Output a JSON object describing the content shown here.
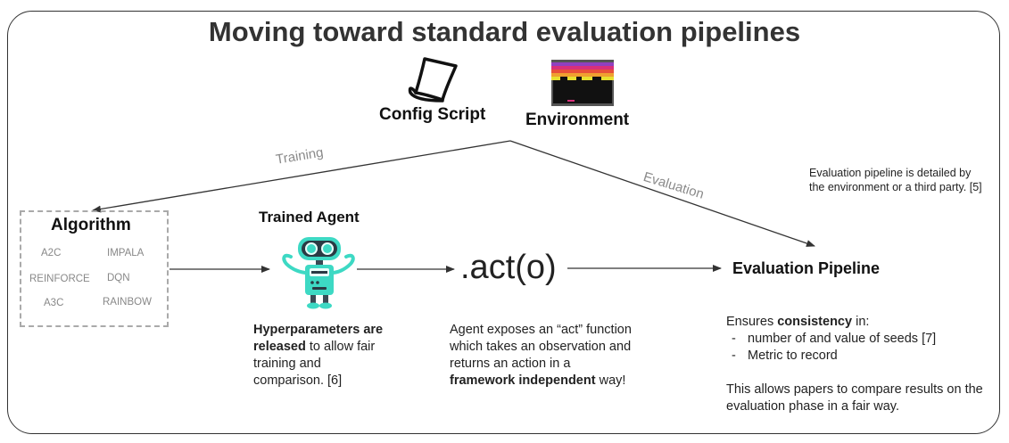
{
  "title": "Moving toward standard evaluation pipelines",
  "config_script_label": "Config Script",
  "environment_label": "Environment",
  "edges": {
    "training_label": "Training",
    "evaluation_label": "Evaluation"
  },
  "eval_note": "Evaluation pipeline is detailed by the environment or a third party. [5]",
  "algorithm": {
    "title": "Algorithm",
    "items": [
      "A2C",
      "IMPALA",
      "REINFORCE",
      "DQN",
      "A3C",
      "RAINBOW"
    ]
  },
  "trained_agent_label": "Trained Agent",
  "act_label": ".act(o)",
  "evaluation_pipeline_label": "Evaluation Pipeline",
  "hyperparameters": {
    "bold": "Hyperparameters are released",
    "rest": " to allow fair training and comparison. [6]"
  },
  "agent_desc": {
    "part1": "Agent exposes an “act” function which takes an observation and returns an action in a ",
    "bold": "framework independent",
    "part2": " way!"
  },
  "ensures": {
    "prefix": "Ensures ",
    "bold": "consistency",
    "suffix": " in:",
    "items": [
      "number of and value of seeds [7]",
      "Metric to record"
    ],
    "bullet": "-",
    "allows": "This allows papers to compare results on the evaluation phase in a fair way."
  },
  "colors": {
    "robot_body": "#3dd9c4",
    "robot_dark": "#3a4a55",
    "env_stripes": [
      "#e8e030",
      "#f0a030",
      "#e8503a",
      "#d8307a",
      "#9040c0"
    ]
  },
  "icons": [
    "scroll-icon",
    "atari-game-icon",
    "robot-icon"
  ]
}
